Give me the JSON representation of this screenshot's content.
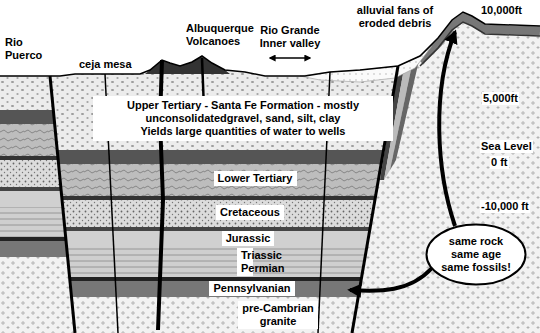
{
  "diagram": {
    "nodes": [
      {
        "text": [
          "Upper Tertiary - Santa Fe Formation - mostly unconsolidatedgravel, sand, silt, clay",
          "Yields large quantities of water to wells"
        ]
      },
      {
        "text": [
          "Lower Tertiary"
        ]
      },
      {
        "text": [
          "Cretaceous"
        ]
      },
      {
        "text": [
          "Jurassic"
        ]
      },
      {
        "text": [
          "Triassic Permian"
        ]
      },
      {
        "text": [
          "Pennsylvanian"
        ]
      },
      {
        "text": [
          "pre-Cambrian granite"
        ]
      },
      {
        "text": [
          "same rock same age same fossils!"
        ]
      }
    ],
    "labels": [
      "Rio Puerco",
      "ceja mesa",
      "Albuquerque Volcanoes",
      "Rio Grande Inner valley",
      "alluvial fans of eroded debris",
      "10,000ft",
      "5,000ft",
      "Sea Level",
      "0 ft",
      "-10,000 ft"
    ]
  }
}
